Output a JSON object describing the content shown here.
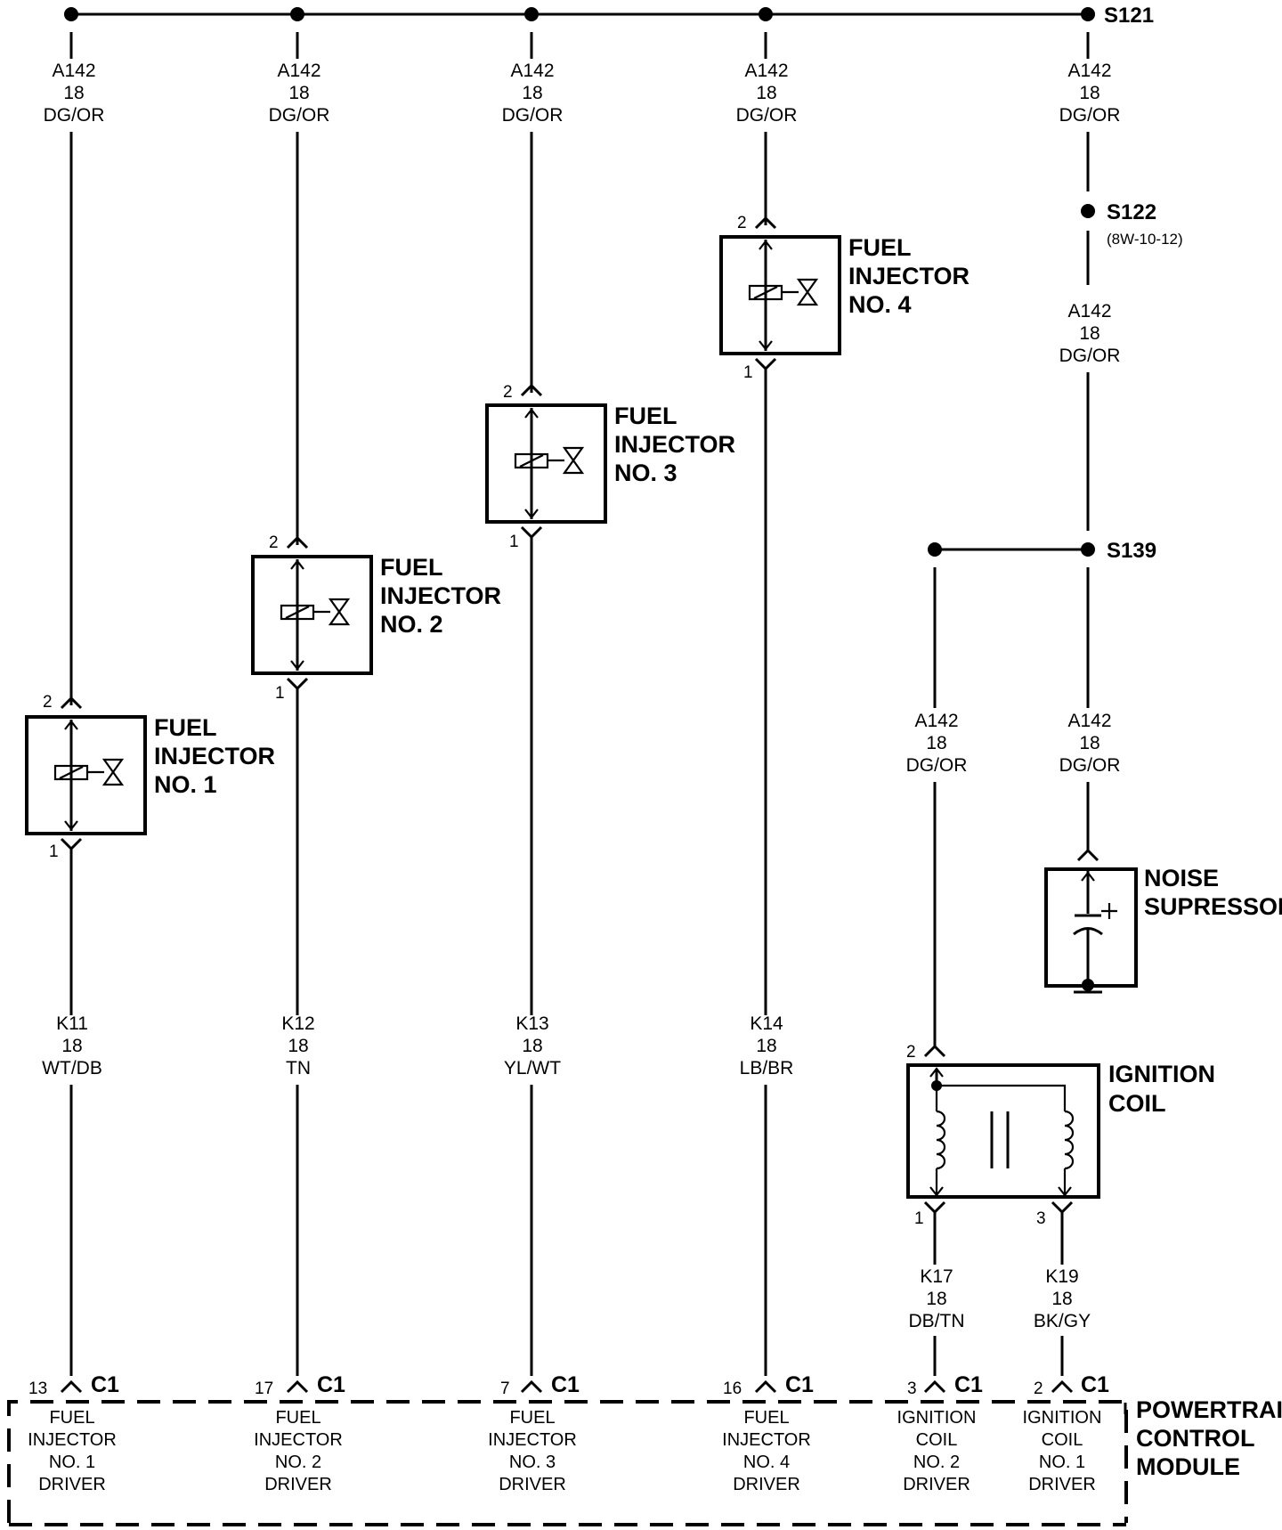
{
  "splices": {
    "s121": "S121",
    "s122": "S122",
    "s122_ref": "(8W-10-12)",
    "s139": "S139"
  },
  "feed_wire": {
    "circuit": "A142",
    "gauge": "18",
    "color": "DG/OR"
  },
  "injectors": [
    {
      "title_1": "FUEL",
      "title_2": "INJECTOR",
      "title_3": "NO. 1",
      "pin_top": "2",
      "pin_bottom": "1",
      "out_circuit": "K11",
      "out_gauge": "18",
      "out_color": "WT/DB",
      "pcm_pin": "13",
      "pcm_conn": "C1",
      "pcm_1": "FUEL",
      "pcm_2": "INJECTOR",
      "pcm_3": "NO. 1",
      "pcm_4": "DRIVER"
    },
    {
      "title_1": "FUEL",
      "title_2": "INJECTOR",
      "title_3": "NO. 2",
      "pin_top": "2",
      "pin_bottom": "1",
      "out_circuit": "K12",
      "out_gauge": "18",
      "out_color": "TN",
      "pcm_pin": "17",
      "pcm_conn": "C1",
      "pcm_1": "FUEL",
      "pcm_2": "INJECTOR",
      "pcm_3": "NO. 2",
      "pcm_4": "DRIVER"
    },
    {
      "title_1": "FUEL",
      "title_2": "INJECTOR",
      "title_3": "NO. 3",
      "pin_top": "2",
      "pin_bottom": "1",
      "out_circuit": "K13",
      "out_gauge": "18",
      "out_color": "YL/WT",
      "pcm_pin": "7",
      "pcm_conn": "C1",
      "pcm_1": "FUEL",
      "pcm_2": "INJECTOR",
      "pcm_3": "NO. 3",
      "pcm_4": "DRIVER"
    },
    {
      "title_1": "FUEL",
      "title_2": "INJECTOR",
      "title_3": "NO. 4",
      "pin_top": "2",
      "pin_bottom": "1",
      "out_circuit": "K14",
      "out_gauge": "18",
      "out_color": "LB/BR",
      "pcm_pin": "16",
      "pcm_conn": "C1",
      "pcm_1": "FUEL",
      "pcm_2": "INJECTOR",
      "pcm_3": "NO. 4",
      "pcm_4": "DRIVER"
    }
  ],
  "noise_suppressor": {
    "title_1": "NOISE",
    "title_2": "SUPRESSOR"
  },
  "ignition_coil": {
    "title_1": "IGNITION",
    "title_2": "COIL",
    "pin_in": "2",
    "pin_out_a": "1",
    "pin_out_b": "3",
    "out_a": {
      "circuit": "K17",
      "gauge": "18",
      "color": "DB/TN",
      "pcm_pin": "3",
      "pcm_conn": "C1",
      "pcm_1": "IGNITION",
      "pcm_2": "COIL",
      "pcm_3": "NO. 2",
      "pcm_4": "DRIVER"
    },
    "out_b": {
      "circuit": "K19",
      "gauge": "18",
      "color": "BK/GY",
      "pcm_pin": "2",
      "pcm_conn": "C1",
      "pcm_1": "IGNITION",
      "pcm_2": "COIL",
      "pcm_3": "NO. 1",
      "pcm_4": "DRIVER"
    }
  },
  "pcm": {
    "title_1": "POWERTRAIN",
    "title_2": "CONTROL",
    "title_3": "MODULE"
  }
}
